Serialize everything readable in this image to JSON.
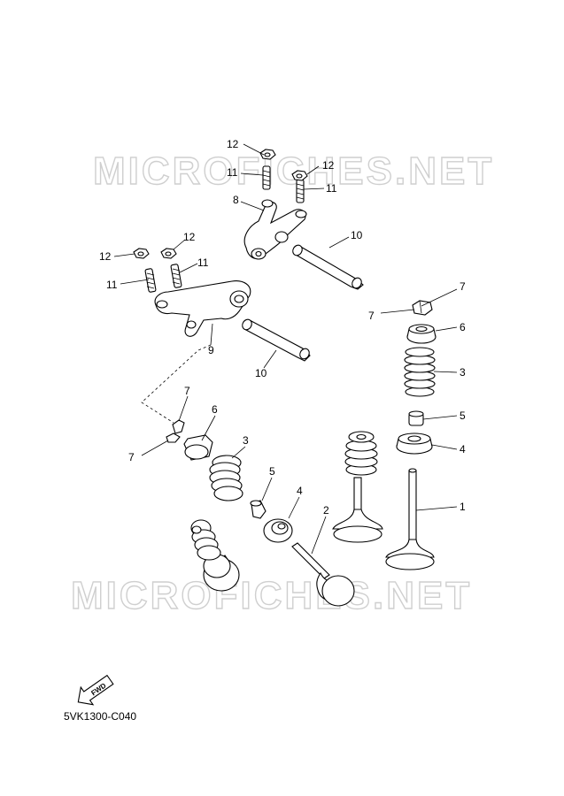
{
  "watermark": "MICROFICHES.NET",
  "diagram_code": "5VK1300-C040",
  "fwd_label": "FWD",
  "callouts": {
    "c1": "1",
    "c2": "2",
    "c3a": "3",
    "c3b": "3",
    "c4a": "4",
    "c4b": "4",
    "c5a": "5",
    "c5b": "5",
    "c6a": "6",
    "c6b": "6",
    "c7a": "7",
    "c7b": "7",
    "c7c": "7",
    "c7d": "7",
    "c8": "8",
    "c9": "9",
    "c10a": "10",
    "c10b": "10",
    "c11a": "11",
    "c11b": "11",
    "c11c": "11",
    "c11d": "11",
    "c12a": "12",
    "c12b": "12",
    "c12c": "12",
    "c12d": "12"
  }
}
